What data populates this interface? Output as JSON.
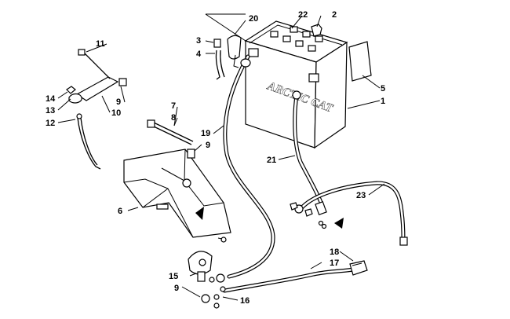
{
  "diagram": {
    "callouts": {
      "c1": "1",
      "c2": "2",
      "c3": "3",
      "c4": "4",
      "c5": "5",
      "c6": "6",
      "c7": "7",
      "c8": "8",
      "c9a": "9",
      "c9b": "9",
      "c9c": "9",
      "c10": "10",
      "c11": "11",
      "c12": "12",
      "c13": "13",
      "c14": "14",
      "c15": "15",
      "c16": "16",
      "c17": "17",
      "c18": "18",
      "c19": "19",
      "c20": "20",
      "c21": "21",
      "c22": "22",
      "c23": "23"
    },
    "battery_logo": "ARCTIC CAT"
  }
}
